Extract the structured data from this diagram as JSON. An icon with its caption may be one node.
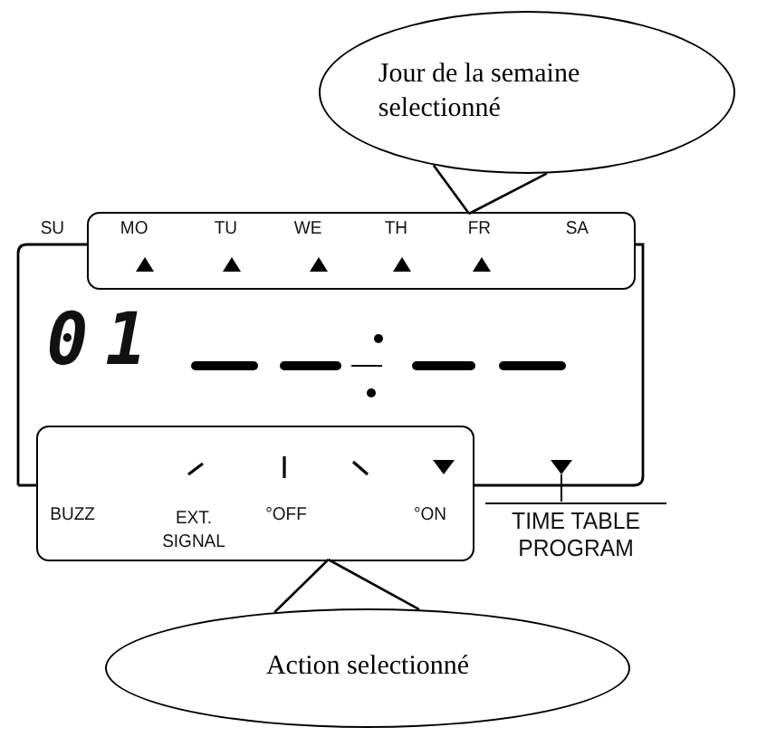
{
  "diagram": {
    "nodes": [
      {
        "text": [
          "Jour de la semaine selectionné"
        ]
      },
      {
        "text": [],
        "shape": "box"
      },
      {
        "text": [],
        "shape": "box"
      },
      {
        "text": [
          "Action selectionné"
        ]
      }
    ],
    "edges": [
      {
        "from": 0,
        "to": 1,
        "arrow": "none"
      },
      {
        "from": 3,
        "to": 2,
        "arrow": "none"
      }
    ],
    "labels": [
      "SU",
      "MO",
      "TU",
      "WE",
      "TH",
      "FR",
      "SA",
      "01",
      "BUZZ",
      "EXT. SIGNAL",
      "°OFF",
      "°ON",
      "TIME TABLE PROGRAM"
    ]
  }
}
